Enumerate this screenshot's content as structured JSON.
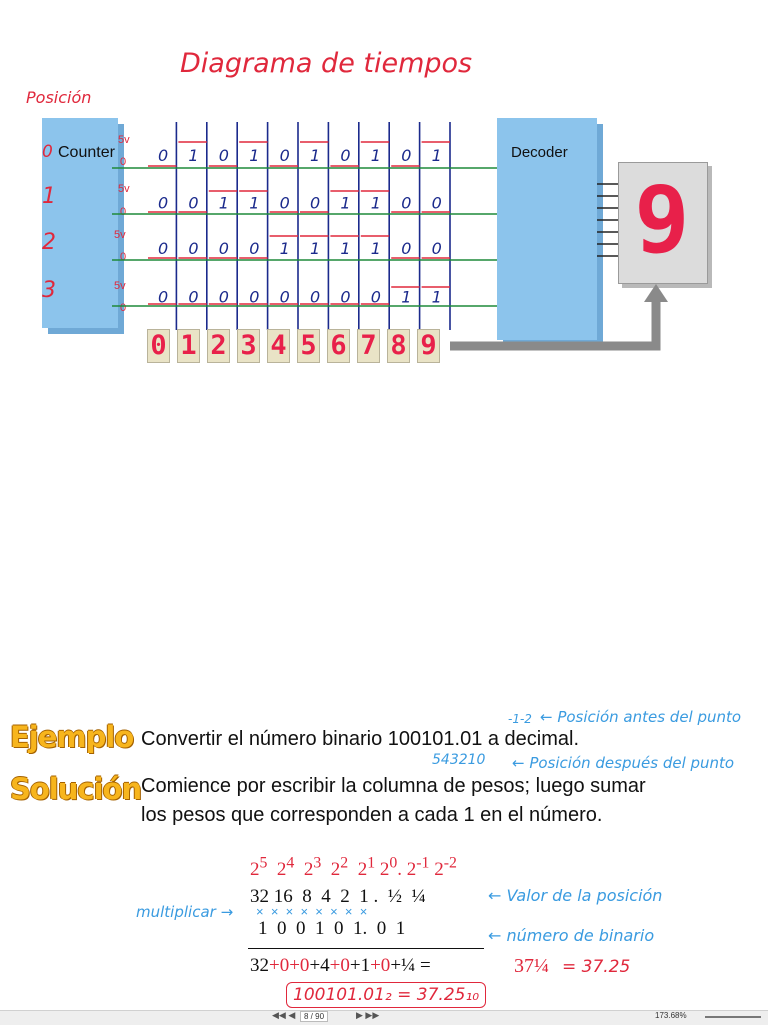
{
  "diagram": {
    "title": "Diagrama de tiempos",
    "position_label": "Posición",
    "counter_label": "Counter",
    "decoder_label": "Decoder",
    "row_positions": [
      "0",
      "1",
      "2",
      "3"
    ],
    "row_level_high": [
      "5v",
      "5v",
      "5v",
      "5v"
    ],
    "row_level_low": [
      "0",
      "0",
      "0",
      "0"
    ],
    "rows": [
      [
        "0",
        "1",
        "0",
        "1",
        "0",
        "1",
        "0",
        "1",
        "0",
        "1"
      ],
      [
        "0",
        "0",
        "1",
        "1",
        "0",
        "0",
        "1",
        "1",
        "0",
        "0"
      ],
      [
        "0",
        "0",
        "0",
        "0",
        "1",
        "1",
        "1",
        "1",
        "0",
        "0"
      ],
      [
        "0",
        "0",
        "0",
        "0",
        "0",
        "0",
        "0",
        "0",
        "1",
        "1"
      ]
    ],
    "digits": [
      "0",
      "1",
      "2",
      "3",
      "4",
      "5",
      "6",
      "7",
      "8",
      "9"
    ],
    "display_digit": "9"
  },
  "example": {
    "tag_example": "Ejemplo",
    "tag_solution": "Solución",
    "problem": "Convertir el número binario 100101.01 a decimal.",
    "solution_line1": "Comience por escribir la columna de pesos; luego sumar",
    "solution_line2": "los pesos que corresponden a cada 1 en el número.",
    "note_before_digits": "-1-2",
    "note_before": "← Posición antes del punto",
    "note_after_digits": "543210",
    "note_after": "← Posición después del punto",
    "powers": [
      "25",
      "24",
      "23",
      "22",
      "21",
      "20.",
      "2-1",
      "2-2"
    ],
    "weights": "32 16  8  4  2  1 .  ½  ¼",
    "weights_note": "← Valor de la posición",
    "multiply_label": "multiplicar →",
    "multiply_marks": "×  ×  ×  ×  ×  ×  ×  ×",
    "binary": "1  0  0  1  0  1.  0  1",
    "binary_note": "← número de binario",
    "sum_parts": [
      "32",
      "+0",
      "+0",
      "+4",
      "+0",
      "+1",
      "+0",
      "+¼ ="
    ],
    "result": "37¼",
    "result_decimal": "= 37.25",
    "boxed": "100101.01₂ = 37.25₁₀"
  },
  "statusbar": {
    "page": "8 / 90",
    "zoom": "173.68%"
  }
}
